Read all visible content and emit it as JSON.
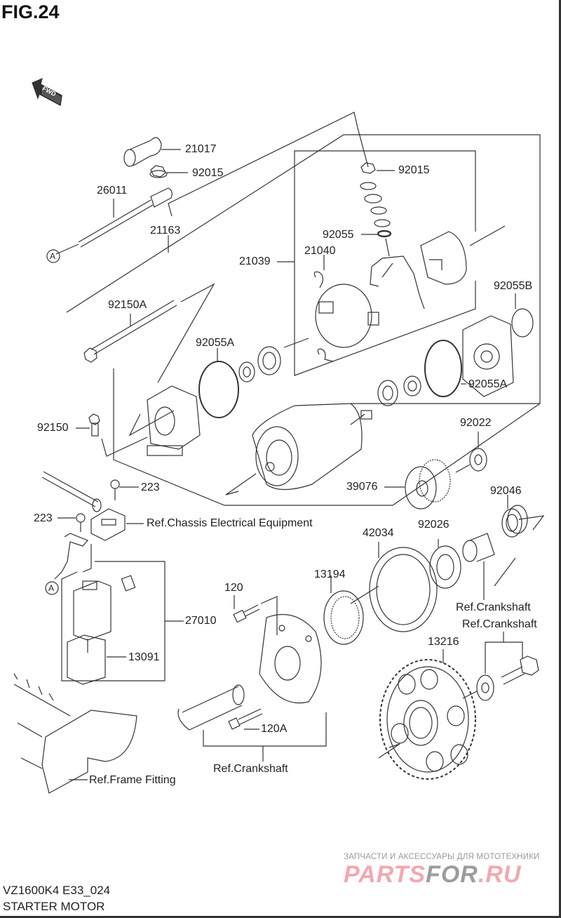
{
  "figure": {
    "title": "FIG.24",
    "model_code": "VZ1600K4 E33_024",
    "section_name": "STARTER MOTOR",
    "forward_indicator": "FWD"
  },
  "watermark": {
    "tagline": "ЗАПЧАСТИ И АКСЕССУАРЫ ДЛЯ МОТОТЕХНИКИ",
    "brand_part1": "PARTS",
    "brand_part2": "FOR",
    "brand_part3": ".RU",
    "colors": {
      "pink": "#f2a9ae",
      "gray": "#9c9c9c"
    }
  },
  "connector_marker": "A",
  "callouts": [
    {
      "id": "21017",
      "label": "21017"
    },
    {
      "id": "92015-top-left",
      "label": "92015"
    },
    {
      "id": "26011",
      "label": "26011"
    },
    {
      "id": "21163",
      "label": "21163"
    },
    {
      "id": "92015-top-right",
      "label": "92015"
    },
    {
      "id": "92055",
      "label": "92055"
    },
    {
      "id": "21039",
      "label": "21039"
    },
    {
      "id": "21040",
      "label": "21040"
    },
    {
      "id": "92055B",
      "label": "92055B"
    },
    {
      "id": "92150A",
      "label": "92150A"
    },
    {
      "id": "92055A-left",
      "label": "92055A"
    },
    {
      "id": "92055A-right",
      "label": "92055A"
    },
    {
      "id": "92150",
      "label": "92150"
    },
    {
      "id": "92022",
      "label": "92022"
    },
    {
      "id": "39076",
      "label": "39076"
    },
    {
      "id": "223-upper",
      "label": "223"
    },
    {
      "id": "223-lower",
      "label": "223"
    },
    {
      "id": "ref-chassis",
      "label": "Ref.Chassis Electrical Equipment"
    },
    {
      "id": "92046",
      "label": "92046"
    },
    {
      "id": "42034",
      "label": "42034"
    },
    {
      "id": "92026",
      "label": "92026"
    },
    {
      "id": "13194",
      "label": "13194"
    },
    {
      "id": "120",
      "label": "120"
    },
    {
      "id": "27010",
      "label": "27010"
    },
    {
      "id": "ref-crankshaft-1",
      "label": "Ref.Crankshaft"
    },
    {
      "id": "ref-crankshaft-2",
      "label": "Ref.Crankshaft"
    },
    {
      "id": "13216",
      "label": "13216"
    },
    {
      "id": "13091",
      "label": "13091"
    },
    {
      "id": "120A",
      "label": "120A"
    },
    {
      "id": "ref-crankshaft-3",
      "label": "Ref.Crankshaft"
    },
    {
      "id": "ref-frame",
      "label": "Ref.Frame Fitting"
    }
  ]
}
